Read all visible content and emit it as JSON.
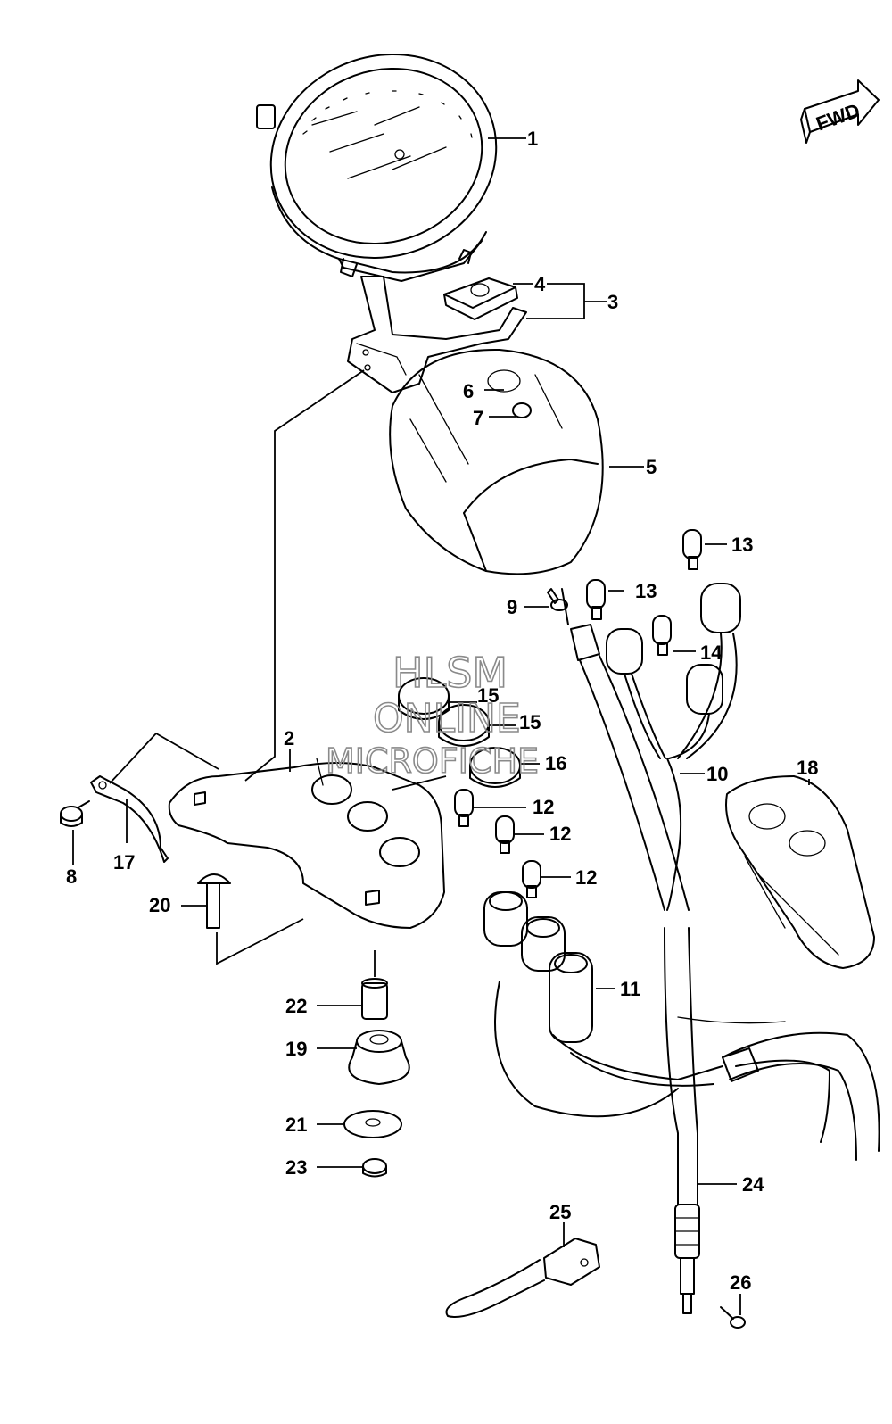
{
  "direction_arrow": {
    "label": "FWD"
  },
  "watermark": {
    "line1": "HLSM",
    "line2": "ONLINE",
    "line3": "MICROFICHE"
  },
  "callouts": {
    "c1": "1",
    "c2": "2",
    "c3": "3",
    "c4": "4",
    "c5": "5",
    "c6": "6",
    "c7": "7",
    "c8": "8",
    "c9": "9",
    "c10": "10",
    "c11": "11",
    "c12a": "12",
    "c12b": "12",
    "c12c": "12",
    "c13a": "13",
    "c13b": "13",
    "c14": "14",
    "c15a": "15",
    "c15b": "15",
    "c16": "16",
    "c17": "17",
    "c18": "18",
    "c19": "19",
    "c20": "20",
    "c21": "21",
    "c22": "22",
    "c23": "23",
    "c24": "24",
    "c25": "25",
    "c26": "26"
  }
}
